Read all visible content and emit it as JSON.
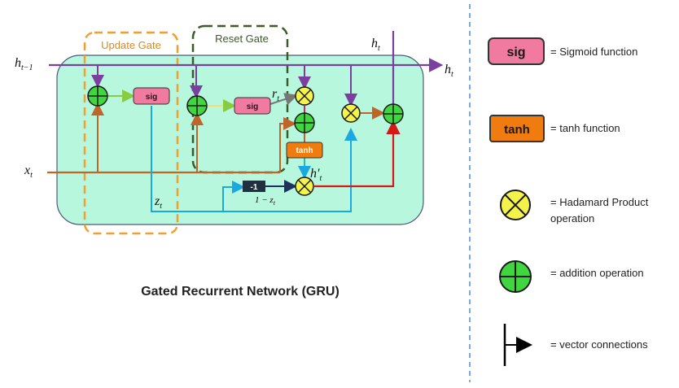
{
  "diagram": {
    "title": "Gated Recurrent Network (GRU)",
    "update_gate_label": "Update Gate",
    "reset_gate_label": "Reset Gate",
    "sig_label": "sig",
    "tanh_label": "tanh",
    "minus_one_label": "-1",
    "one_minus_z_label": "1 − z",
    "z_subscript": "t",
    "vars": {
      "h_prev": {
        "base": "h",
        "sub": "t−1"
      },
      "x": {
        "base": "x",
        "sub": "t"
      },
      "h_out_top": {
        "base": "h",
        "sub": "t"
      },
      "h_out_right": {
        "base": "h",
        "sub": "t"
      },
      "r": {
        "base": "r",
        "sub": "t"
      },
      "z": {
        "base": "z",
        "sub": "t"
      },
      "h_cand": {
        "base": "h′",
        "sub": "t"
      }
    }
  },
  "legend": {
    "items": [
      {
        "icon": "sig-box",
        "text": "= Sigmoid function"
      },
      {
        "icon": "tanh-box",
        "text": "= tanh function"
      },
      {
        "icon": "hadamard-product-icon",
        "text_lines": [
          "= Hadamard Product",
          "operation"
        ]
      },
      {
        "icon": "addition-icon",
        "text": "= addition operation"
      },
      {
        "icon": "vector-connection-icon",
        "text": "= vector connections"
      }
    ]
  },
  "colors": {
    "panel_fill": "#b7f7dd",
    "panel_stroke": "#4a5a7a",
    "update_gate": "#f0a030",
    "update_gate_text": "#d98a1e",
    "reset_gate": "#3d5a2a",
    "reset_gate_text": "#3d5a2a",
    "h_line": "#7b3fa0",
    "x_line": "#c0652a",
    "z_line": "#1aa8e0",
    "red_line": "#d81818",
    "sig_fill": "#f07aa0",
    "tanh_fill": "#f07c10",
    "add_fill": "#3fd63f",
    "mult_fill": "#f3f34a",
    "dark_box": "#203040",
    "divider": "#4a90d9"
  }
}
